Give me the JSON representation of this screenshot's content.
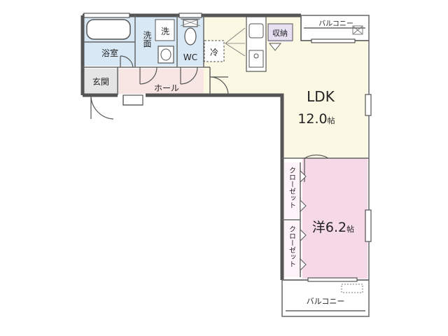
{
  "rooms": {
    "bathroom": "浴室",
    "washroom": "洗面",
    "laundry": "洗",
    "toilet": "WC",
    "fridge": "冷",
    "storage": "収納",
    "entrance": "玄関",
    "hall": "ホール",
    "ldk_name": "LDK",
    "ldk_size": "12.0",
    "ldk_unit": "帖",
    "western_name": "洋",
    "western_size": "6.2",
    "western_unit": "帖",
    "closet_1": "クローゼット",
    "closet_2": "クローゼット",
    "balcony_top": "バルコニー",
    "balcony_bottom": "バルコニー"
  },
  "colors": {
    "wall": "#555555",
    "room_white": "#ffffff",
    "bath_blue": "#d8e9f5",
    "hall_pink": "#f8e6e4",
    "entrance_gray": "#e5e5e5",
    "ldk_cream": "#fbf8e3",
    "western_pink": "#f6d9e7",
    "storage_lavender": "#e6e1f2"
  }
}
